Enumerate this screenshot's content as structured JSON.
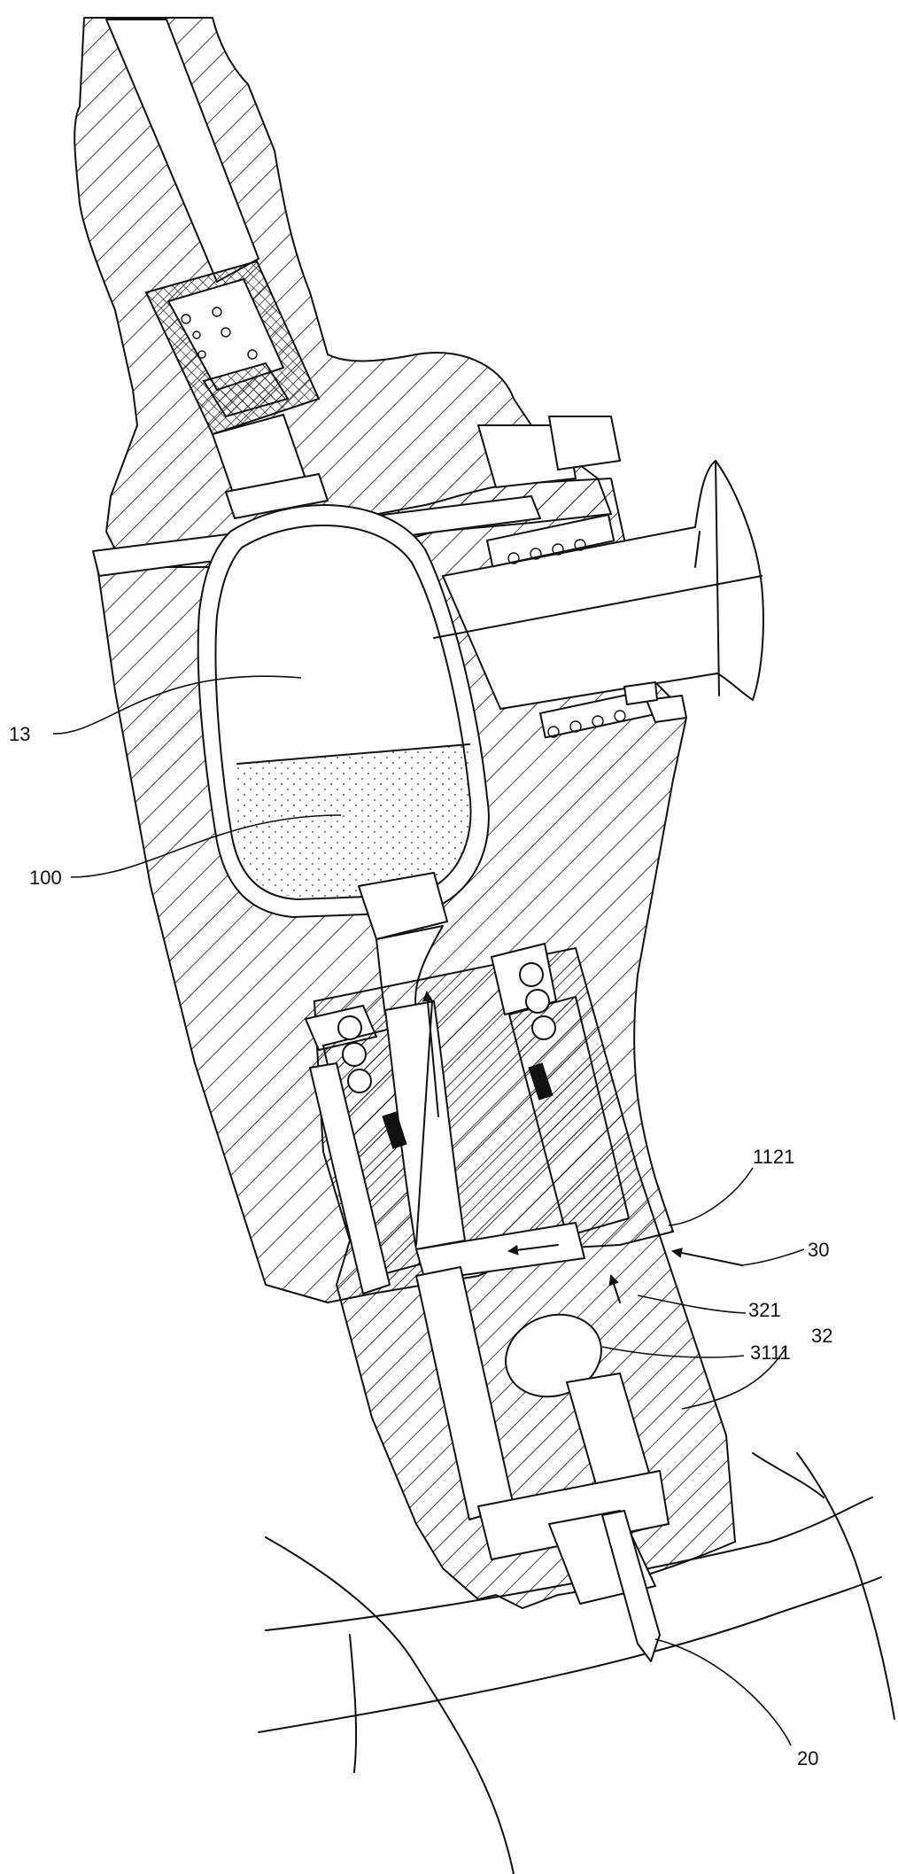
{
  "figure": {
    "callouts": {
      "c13": "13",
      "c100": "100",
      "c1121": "1121",
      "c30": "30",
      "c321": "321",
      "c3111": "3111",
      "c32": "32",
      "c20": "20"
    },
    "colors": {
      "line": "#111111",
      "background": "#ffffff"
    }
  }
}
